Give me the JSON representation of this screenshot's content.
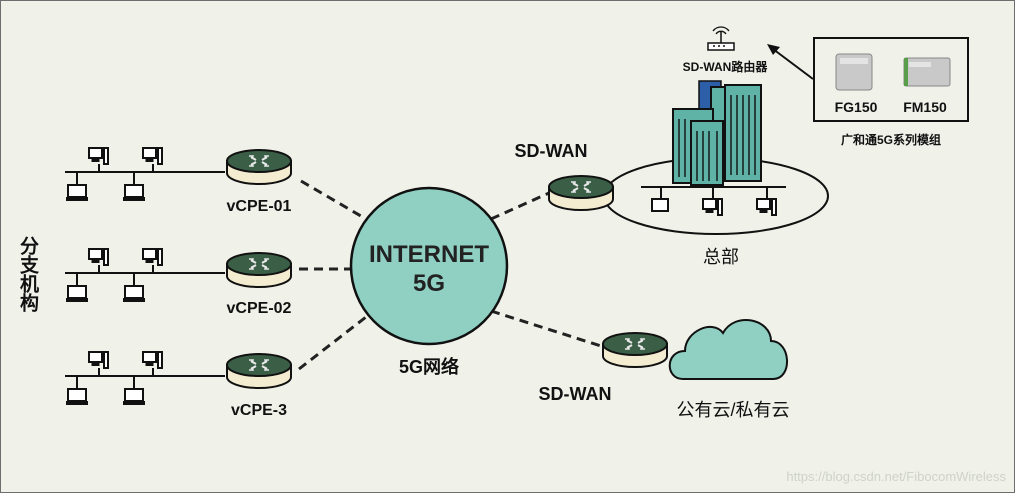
{
  "diagram": {
    "branch_label": "分支机构",
    "cpe_labels": [
      "vCPE-01",
      "vCPE-02",
      "vCPE-3"
    ],
    "internet_label_line1": "INTERNET",
    "internet_label_line2": "5G",
    "network_label": "5G网络",
    "sdwan_label_top": "SD-WAN",
    "sdwan_label_bottom": "SD-WAN",
    "hq_label": "总部",
    "cloud_label": "公有云/私有云",
    "router_label": "SD-WAN路由器",
    "module_names": [
      "FG150",
      "FM150"
    ],
    "module_series_label": "广和通5G系列模组",
    "watermark": "https://blog.csdn.net/FibocomWireless"
  },
  "colors": {
    "background": "#f0f2e9",
    "internet_fill": "#8fd0c3",
    "router_green": "#3a5f46",
    "building_teal": "#5fb3a6",
    "cloud_fill": "#8fd0c3"
  }
}
